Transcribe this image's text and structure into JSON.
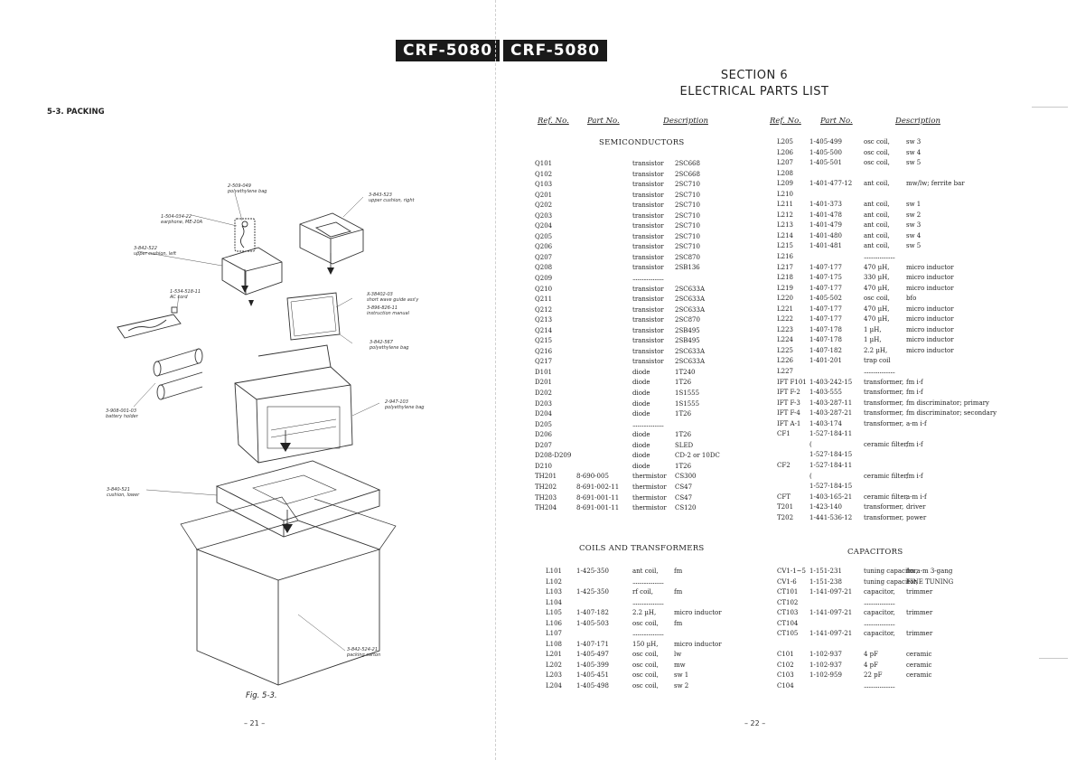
{
  "header": {
    "model_left": "CRF-5080",
    "model_right": "CRF-5080"
  },
  "left_page": {
    "section_heading": "5-3.  PACKING",
    "callouts": [
      {
        "part": "2-509-049",
        "desc": "polyethylene bag"
      },
      {
        "part": "1-504-034-22",
        "desc": "earphone, ME-20A"
      },
      {
        "part": "3-842-522",
        "desc": "upper cushion, left"
      },
      {
        "part": "1-534-518-11",
        "desc": "AC cord"
      },
      {
        "part": "3-843-523",
        "desc": "upper cushion, right"
      },
      {
        "part": "X-38402-03",
        "desc": "short wave guide ass'y"
      },
      {
        "part": "3-896-826-11",
        "desc": "instruction manual"
      },
      {
        "part": "3-842-567",
        "desc": "polyethylene bag"
      },
      {
        "part": "2-947-103",
        "desc": "polyethylene bag"
      },
      {
        "part": "3-908-001-03",
        "desc": "battery holder"
      },
      {
        "part": "3-840-521",
        "desc": "cushion, lower"
      },
      {
        "part": "3-842-524-21",
        "desc": "packing carton"
      }
    ],
    "fig_caption": "Fig. 5-3.",
    "page_number": "– 21 –"
  },
  "right_page": {
    "section_title": "SECTION 6",
    "section_subtitle": "ELECTRICAL PARTS LIST",
    "column_headers": {
      "ref": "Ref. No.",
      "part": "Part No.",
      "desc": "Description"
    },
    "page_number": "– 22 –",
    "semiconductors": {
      "title": "SEMICONDUCTORS",
      "rows": [
        [
          "Q101",
          "",
          "transistor",
          "2SC668"
        ],
        [
          "Q102",
          "",
          "transistor",
          "2SC668"
        ],
        [
          "Q103",
          "",
          "transistor",
          "2SC710"
        ],
        [
          "Q201",
          "",
          "transistor",
          "2SC710"
        ],
        [
          "Q202",
          "",
          "transistor",
          "2SC710"
        ],
        [
          "Q203",
          "",
          "transistor",
          "2SC710"
        ],
        [
          "Q204",
          "",
          "transistor",
          "2SC710"
        ],
        [
          "Q205",
          "",
          "transistor",
          "2SC710"
        ],
        [
          "Q206",
          "",
          "transistor",
          "2SC710"
        ],
        [
          "Q207",
          "",
          "transistor",
          "2SC870"
        ],
        [
          "Q208",
          "",
          "transistor",
          "2SB136"
        ],
        [
          "Q209",
          "",
          "....................",
          ""
        ],
        [
          "Q210",
          "",
          "transistor",
          "2SC633A"
        ],
        [
          "Q211",
          "",
          "transistor",
          "2SC633A"
        ],
        [
          "Q212",
          "",
          "transistor",
          "2SC633A"
        ],
        [
          "Q213",
          "",
          "transistor",
          "2SC870"
        ],
        [
          "Q214",
          "",
          "transistor",
          "2SB495"
        ],
        [
          "Q215",
          "",
          "transistor",
          "2SB495"
        ],
        [
          "Q216",
          "",
          "transistor",
          "2SC633A"
        ],
        [
          "Q217",
          "",
          "transistor",
          "2SC633A"
        ],
        [
          "D101",
          "",
          "diode",
          "1T240"
        ],
        [
          "D201",
          "",
          "diode",
          "1T26"
        ],
        [
          "D202",
          "",
          "diode",
          "1S1555"
        ],
        [
          "D203",
          "",
          "diode",
          "1S1555"
        ],
        [
          "D204",
          "",
          "diode",
          "1T26"
        ],
        [
          "D205",
          "",
          "....................",
          ""
        ],
        [
          "D206",
          "",
          "diode",
          "1T26"
        ],
        [
          "D207",
          "",
          "diode",
          "SLED"
        ],
        [
          "D208-D209",
          "",
          "diode",
          "CD-2 or 10DC"
        ],
        [
          "D210",
          "",
          "diode",
          "1T26"
        ],
        [
          "TH201",
          "8-690-005",
          "thermistor",
          "CS300"
        ],
        [
          "TH202",
          "8-691-002-11",
          "thermistor",
          "CS47"
        ],
        [
          "TH203",
          "8-691-001-11",
          "thermistor",
          "CS47"
        ],
        [
          "TH204",
          "8-691-001-11",
          "thermistor",
          "CS120"
        ]
      ]
    },
    "coils": {
      "title": "COILS  AND  TRANSFORMERS",
      "rows": [
        [
          "L101",
          "1-425-350",
          "ant coil,",
          "fm"
        ],
        [
          "L102",
          "",
          "....................",
          ""
        ],
        [
          "L103",
          "1-425-350",
          "rf coil,",
          "fm"
        ],
        [
          "L104",
          "",
          "....................",
          ""
        ],
        [
          "L105",
          "1-407-182",
          "2.2 µH,",
          "micro inductor"
        ],
        [
          "L106",
          "1-405-503",
          "osc coil,",
          "fm"
        ],
        [
          "L107",
          "",
          "....................",
          ""
        ],
        [
          "L108",
          "1-407-171",
          "150 µH,",
          "micro inductor"
        ],
        [
          "L201",
          "1-405-497",
          "osc coil,",
          "lw"
        ],
        [
          "L202",
          "1-405-399",
          "osc coil,",
          "mw"
        ],
        [
          "L203",
          "1-405-451",
          "osc coil,",
          "sw 1"
        ],
        [
          "L204",
          "1-405-498",
          "osc coil,",
          "sw 2"
        ]
      ]
    },
    "coils_cont": {
      "rows": [
        [
          "L205",
          "1-405-499",
          "osc coil,",
          "sw 3"
        ],
        [
          "L206",
          "1-405-500",
          "osc coil,",
          "sw 4"
        ],
        [
          "L207",
          "1-405-501",
          "osc coil,",
          "sw 5"
        ],
        [
          "L208",
          "",
          "",
          ""
        ],
        [
          "L209",
          "1-401-477-12",
          "ant coil,",
          "mw/lw; ferrite bar"
        ],
        [
          "L210",
          "",
          "",
          ""
        ],
        [
          "L211",
          "1-401-373",
          "ant coil,",
          "sw 1"
        ],
        [
          "L212",
          "1-401-478",
          "ant coil,",
          "sw 2"
        ],
        [
          "L213",
          "1-401-479",
          "ant coil,",
          "sw 3"
        ],
        [
          "L214",
          "1-401-480",
          "ant coil,",
          "sw 4"
        ],
        [
          "L215",
          "1-401-481",
          "ant coil,",
          "sw 5"
        ],
        [
          "L216",
          "",
          "....................",
          ""
        ],
        [
          "L217",
          "1-407-177",
          "470 µH,",
          "micro inductor"
        ],
        [
          "L218",
          "1-407-175",
          "330 µH,",
          "micro inductor"
        ],
        [
          "L219",
          "1-407-177",
          "470 µH,",
          "micro inductor"
        ],
        [
          "L220",
          "1-405-502",
          "osc coil,",
          "bfo"
        ],
        [
          "L221",
          "1-407-177",
          "470 µH,",
          "micro inductor"
        ],
        [
          "L222",
          "1-407-177",
          "470 µH,",
          "micro inductor"
        ],
        [
          "L223",
          "1-407-178",
          "1 µH,",
          "micro inductor"
        ],
        [
          "L224",
          "1-407-178",
          "1 µH,",
          "micro inductor"
        ],
        [
          "L225",
          "1-407-182",
          "2.2 µH,",
          "micro inductor"
        ],
        [
          "L226",
          "1-401-201",
          "trap coil",
          ""
        ],
        [
          "L227",
          "",
          "....................",
          ""
        ],
        [
          "IFT F101",
          "1-403-242-15",
          "transformer,",
          "fm i-f"
        ],
        [
          "IFT F-2",
          "1-403-555",
          "transformer,",
          "fm i-f"
        ],
        [
          "IFT F-3",
          "1-403-287-11",
          "transformer,",
          "fm discriminator; primary"
        ],
        [
          "IFT F-4",
          "1-403-287-21",
          "transformer,",
          "fm discriminator; secondary"
        ],
        [
          "IFT A-1",
          "1-403-174",
          "transformer,",
          "a-m i-f"
        ],
        [
          "CF1",
          "1-527-184-11",
          "",
          ""
        ],
        [
          "",
          "(",
          "ceramic filter,",
          "fm i-f"
        ],
        [
          "",
          "1-527-184-15",
          "",
          ""
        ],
        [
          "CF2",
          "1-527-184-11",
          "",
          ""
        ],
        [
          "",
          "(",
          "ceramic filter,",
          "fm i-f"
        ],
        [
          "",
          "1-527-184-15",
          "",
          ""
        ],
        [
          "CFT",
          "1-403-165-21",
          "ceramic filter,",
          "a-m i-f"
        ],
        [
          "T201",
          "1-423-140",
          "transformer,",
          "driver"
        ],
        [
          "T202",
          "1-441-536-12",
          "transformer,",
          "power"
        ]
      ]
    },
    "capacitors": {
      "title": "CAPACITORS",
      "rows": [
        [
          "CV1-1~5",
          "1-151-231",
          "tuning capacitor,",
          "fm a-m 3-gang"
        ],
        [
          "CV1-6",
          "1-151-238",
          "tuning capacitor,",
          "FINE TUNING"
        ],
        [
          "CT101",
          "1-141-097-21",
          "capacitor,",
          "trimmer"
        ],
        [
          "CT102",
          "",
          "....................",
          ""
        ],
        [
          "CT103",
          "1-141-097-21",
          "capacitor,",
          "trimmer"
        ],
        [
          "CT104",
          "",
          "....................",
          ""
        ],
        [
          "CT105",
          "1-141-097-21",
          "capacitor,",
          "trimmer"
        ],
        [
          "",
          "",
          "",
          ""
        ],
        [
          "C101",
          "1-102-937",
          "4 pF",
          "ceramic"
        ],
        [
          "C102",
          "1-102-937",
          "4 pF",
          "ceramic"
        ],
        [
          "C103",
          "1-102-959",
          "22 pF",
          "ceramic"
        ],
        [
          "C104",
          "",
          "....................",
          ""
        ]
      ]
    }
  }
}
